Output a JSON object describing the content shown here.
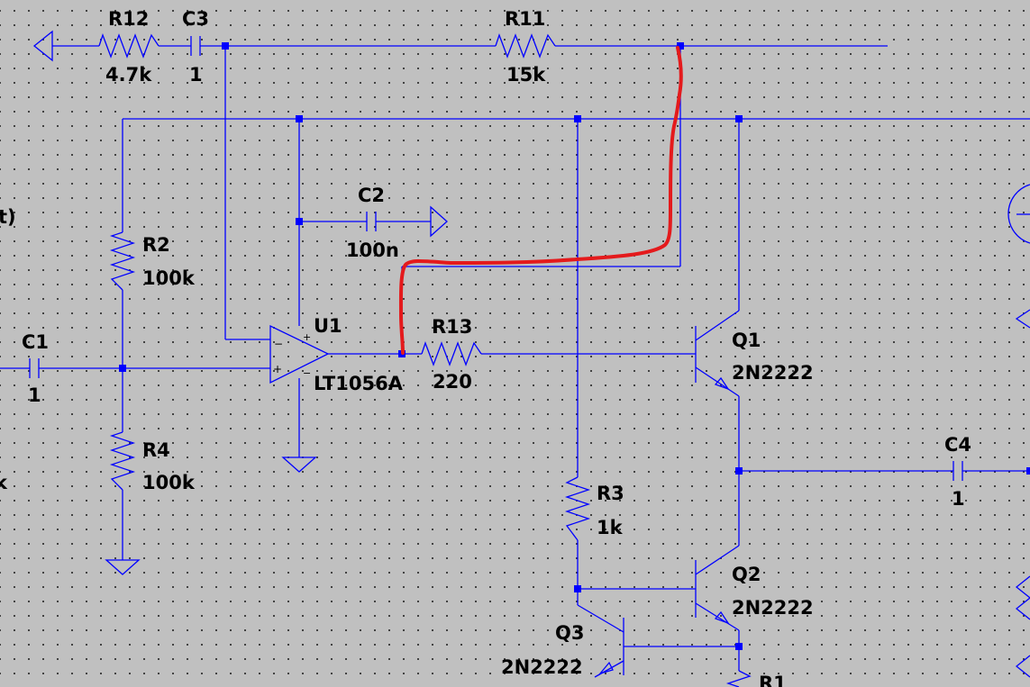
{
  "schematic": {
    "components": [
      {
        "ref": "R12",
        "value": "4.7k"
      },
      {
        "ref": "C3",
        "value": "1"
      },
      {
        "ref": "R11",
        "value": "15k"
      },
      {
        "ref": "C2",
        "value": "100n"
      },
      {
        "ref": "R2",
        "value": "100k"
      },
      {
        "ref": "C1",
        "value": "1"
      },
      {
        "ref": "R4",
        "value": "100k"
      },
      {
        "ref": "U1",
        "value": "LT1056A"
      },
      {
        "ref": "R13",
        "value": "220"
      },
      {
        "ref": "Q1",
        "value": "2N2222"
      },
      {
        "ref": "R3",
        "value": "1k"
      },
      {
        "ref": "C4",
        "value": "1"
      },
      {
        "ref": "Q2",
        "value": "2N2222"
      },
      {
        "ref": "Q3",
        "value": "2N2222"
      },
      {
        "ref": "R1",
        "value": ""
      }
    ],
    "fragments": {
      "left_paren": "t)",
      "left_k": "k"
    },
    "colors": {
      "background": "#c0c0c0",
      "wire": "#0000ff",
      "annotation": "#e41a1c",
      "text": "#000000"
    }
  }
}
